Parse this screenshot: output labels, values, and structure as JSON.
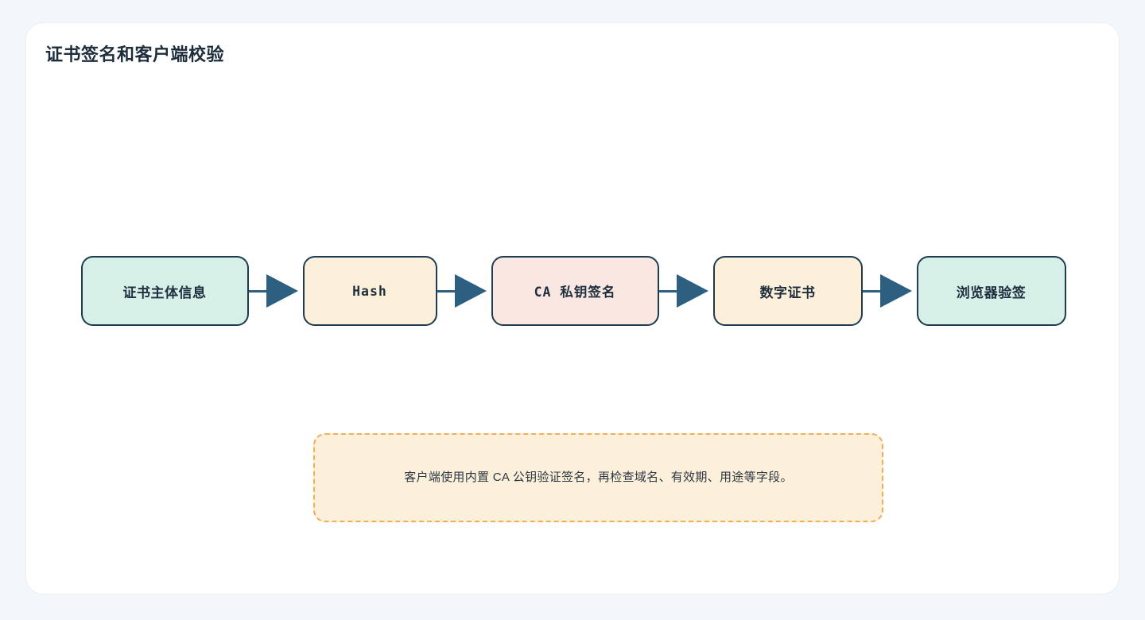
{
  "canvas": {
    "background": "#f3f7fa",
    "card_background": "#ffffff"
  },
  "card": {
    "title": "证书签名和客户端校验"
  },
  "palette": {
    "mint": "#d7f0e7",
    "cream": "#fdf0da",
    "pink": "#fae7e1",
    "border_navy": "#1f3b50",
    "arrow_blue": "#2c5f80",
    "note_border_orange": "#f2ad55",
    "text_navy": "#1e2f3f"
  },
  "flow": {
    "nodes": [
      {
        "id": "subject-info",
        "label": "证书主体信息",
        "fill": "mint",
        "mono": false
      },
      {
        "id": "hash",
        "label": "Hash",
        "fill": "cream",
        "mono": true
      },
      {
        "id": "ca-sign",
        "label": "CA 私钥签名",
        "fill": "pink",
        "mono": true
      },
      {
        "id": "certificate",
        "label": "数字证书",
        "fill": "cream",
        "mono": false
      },
      {
        "id": "browser-verify",
        "label": "浏览器验签",
        "fill": "mint",
        "mono": false
      }
    ],
    "arrow_count": 4
  },
  "note": {
    "text": "客户端使用内置 CA 公钥验证签名，再检查域名、有效期、用途等字段。"
  }
}
